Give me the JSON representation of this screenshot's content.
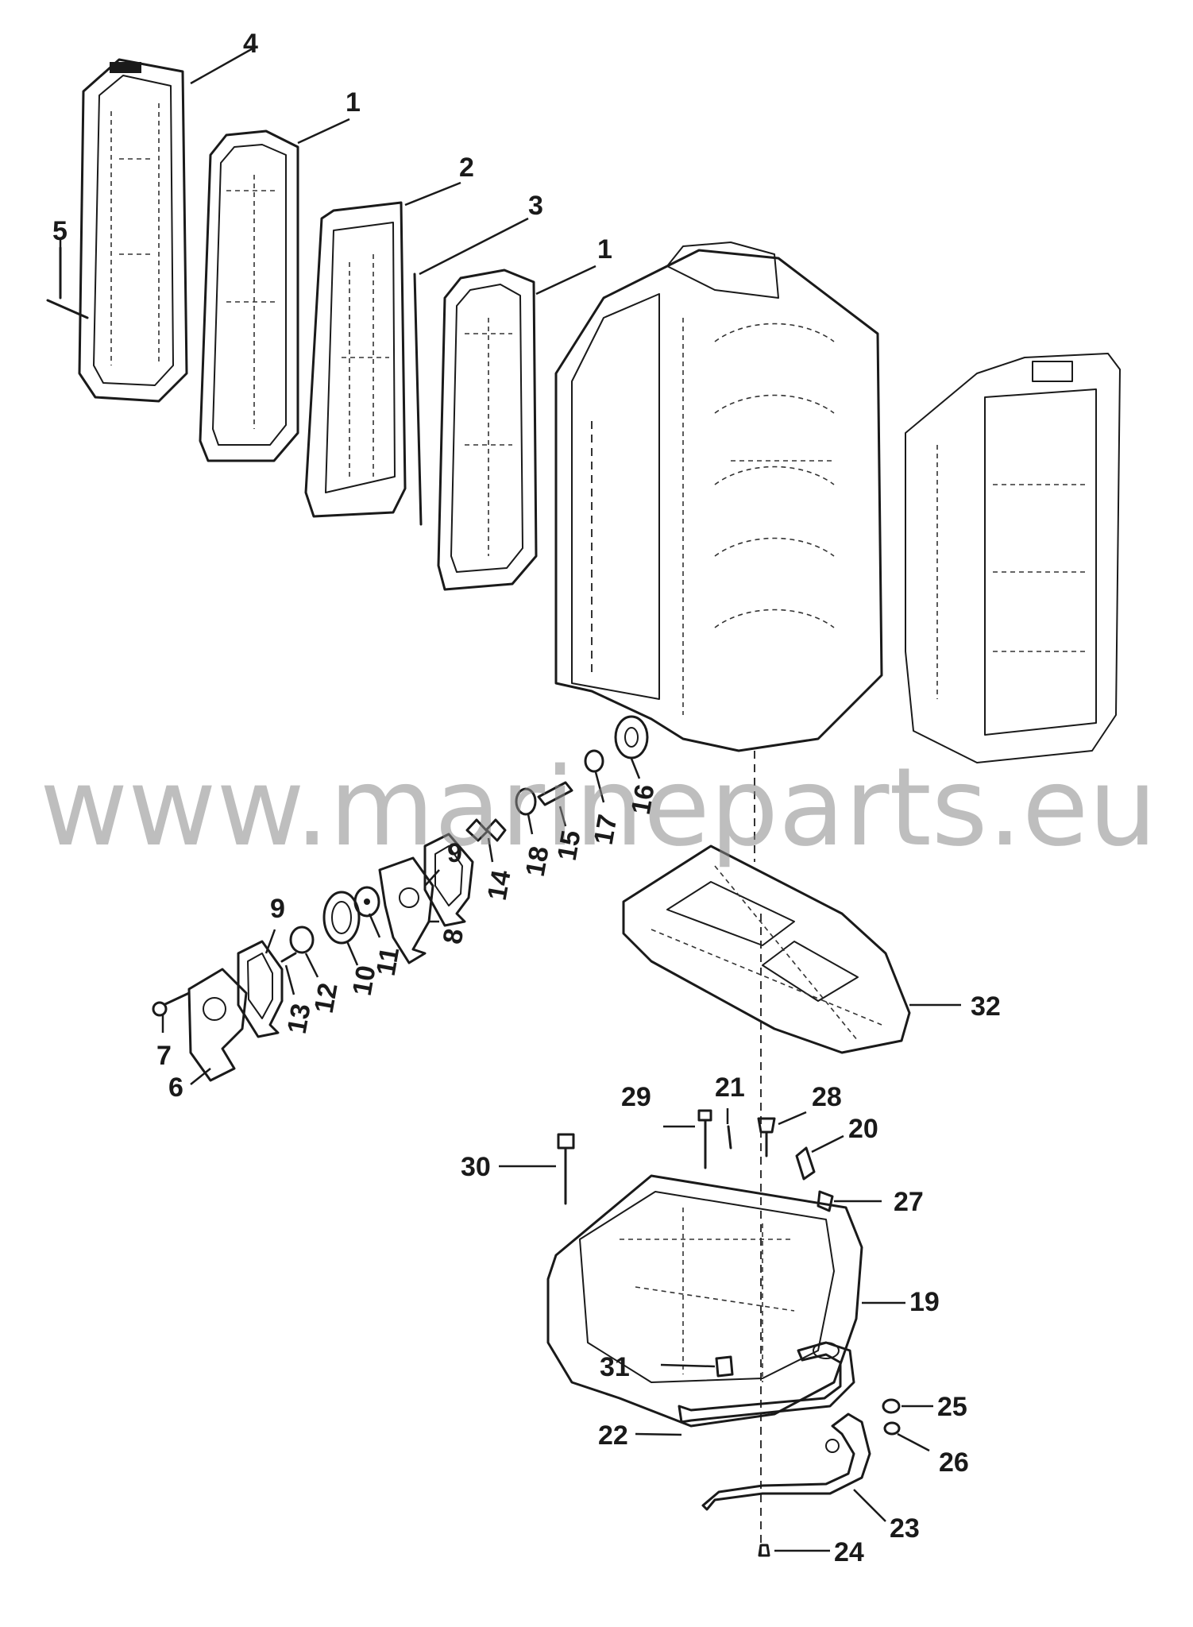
{
  "watermark": "www.marineparts.eu",
  "callouts": {
    "c4": "4",
    "c1a": "1",
    "c2": "2",
    "c3": "3",
    "c1b": "1",
    "c5": "5",
    "c9a": "9",
    "c16": "16",
    "c17": "17",
    "c15": "15",
    "c18": "18",
    "c14": "14",
    "c8": "8",
    "c9b": "9",
    "c11": "11",
    "c10": "10",
    "c12": "12",
    "c13": "13",
    "c7": "7",
    "c6": "6",
    "c32": "32",
    "c29": "29",
    "c21": "21",
    "c28": "28",
    "c20": "20",
    "c30": "30",
    "c27": "27",
    "c19": "19",
    "c31": "31",
    "c25": "25",
    "c22": "22",
    "c26": "26",
    "c23": "23",
    "c24": "24"
  }
}
